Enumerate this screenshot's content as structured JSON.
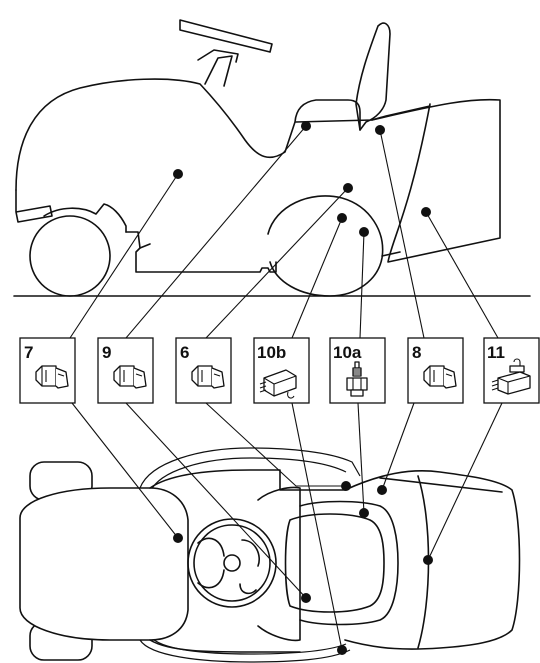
{
  "labels": [
    {
      "id": "7",
      "text": "7",
      "icon": "plunger-switch-icon"
    },
    {
      "id": "9",
      "text": "9",
      "icon": "plunger-switch-icon"
    },
    {
      "id": "6",
      "text": "6",
      "icon": "plunger-switch-icon"
    },
    {
      "id": "10b",
      "text": "10b",
      "icon": "pressure-sensor-icon"
    },
    {
      "id": "10a",
      "text": "10a",
      "icon": "threaded-sensor-icon"
    },
    {
      "id": "8",
      "text": "8",
      "icon": "plunger-switch-icon"
    },
    {
      "id": "11",
      "text": "11",
      "icon": "relay-module-icon"
    }
  ],
  "colors": {
    "line": "#111111",
    "background": "#ffffff"
  }
}
